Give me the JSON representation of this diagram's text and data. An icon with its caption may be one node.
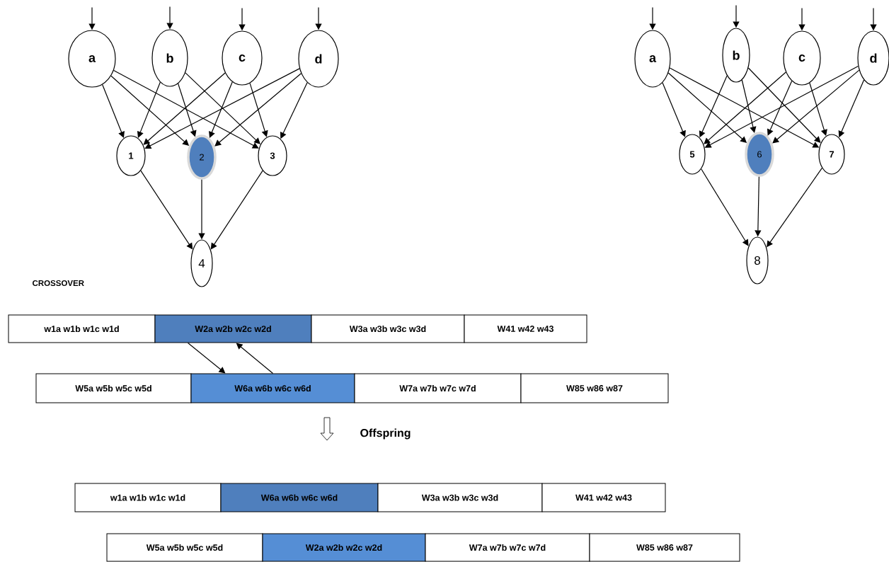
{
  "diagram": {
    "nodes": [
      {
        "text": [
          "a"
        ]
      },
      {
        "text": [
          "b"
        ]
      },
      {
        "text": [
          "c"
        ]
      },
      {
        "text": [
          "d"
        ]
      },
      {
        "text": [
          "1"
        ]
      },
      {
        "text": [
          "2"
        ]
      },
      {
        "text": [
          "3"
        ]
      },
      {
        "text": [
          "4"
        ]
      },
      {
        "text": [
          "a"
        ]
      },
      {
        "text": [
          "b"
        ]
      },
      {
        "text": [
          "c"
        ]
      },
      {
        "text": [
          "d"
        ]
      },
      {
        "text": [
          "5"
        ]
      },
      {
        "text": [
          "6"
        ]
      },
      {
        "text": [
          "7"
        ]
      },
      {
        "text": [
          "8"
        ]
      },
      {
        "text": [
          "w1a w1b w1c w1d"
        ]
      },
      {
        "text": [
          "W2a w2b w2c w2d"
        ]
      },
      {
        "text": [
          "W3a w3b w3c w3d"
        ]
      },
      {
        "text": [
          "W41 w42 w43"
        ]
      },
      {
        "text": [
          "W5a w5b w5c w5d"
        ]
      },
      {
        "text": [
          "W6a w6b w6c w6d"
        ]
      },
      {
        "text": [
          "W7a w7b w7c w7d"
        ]
      },
      {
        "text": [
          "W85 w86 w87"
        ]
      },
      {
        "text": [
          "w1a w1b w1c w1d"
        ]
      },
      {
        "text": [
          "W6a w6b w6c w6d"
        ]
      },
      {
        "text": [
          "W3a w3b w3c w3d"
        ]
      },
      {
        "text": [
          "W41 w42 w43"
        ]
      },
      {
        "text": [
          "W5a w5b w5c w5d"
        ]
      },
      {
        "text": [
          "W2a w2b w2c w2d"
        ]
      },
      {
        "text": [
          "W7a w7b w7c w7d"
        ]
      },
      {
        "text": [
          "W85 w86 w87"
        ]
      }
    ],
    "edges": [
      {
        "from": null,
        "to": 0,
        "arrow": "to"
      },
      {
        "from": null,
        "to": 1,
        "arrow": "to"
      },
      {
        "from": null,
        "to": 2,
        "arrow": "to"
      },
      {
        "from": null,
        "to": 3,
        "arrow": "to"
      },
      {
        "from": 0,
        "to": 4,
        "arrow": "to"
      },
      {
        "from": 0,
        "to": 5,
        "arrow": "to"
      },
      {
        "from": 0,
        "to": 6,
        "arrow": "to"
      },
      {
        "from": 1,
        "to": 4,
        "arrow": "to"
      },
      {
        "from": 1,
        "to": 5,
        "arrow": "to"
      },
      {
        "from": 1,
        "to": 6,
        "arrow": "to"
      },
      {
        "from": 2,
        "to": 4,
        "arrow": "to"
      },
      {
        "from": 2,
        "to": 5,
        "arrow": "to"
      },
      {
        "from": 2,
        "to": 6,
        "arrow": "to"
      },
      {
        "from": 3,
        "to": 4,
        "arrow": "to"
      },
      {
        "from": 3,
        "to": 5,
        "arrow": "to"
      },
      {
        "from": 3,
        "to": 6,
        "arrow": "to"
      },
      {
        "from": 4,
        "to": 7,
        "arrow": "to"
      },
      {
        "from": 5,
        "to": 7,
        "arrow": "to"
      },
      {
        "from": 6,
        "to": 7,
        "arrow": "to"
      },
      {
        "from": null,
        "to": 8,
        "arrow": "to"
      },
      {
        "from": null,
        "to": 9,
        "arrow": "to"
      },
      {
        "from": null,
        "to": 10,
        "arrow": "to"
      },
      {
        "from": null,
        "to": 11,
        "arrow": "to"
      },
      {
        "from": 8,
        "to": 12,
        "arrow": "to"
      },
      {
        "from": 8,
        "to": 13,
        "arrow": "to"
      },
      {
        "from": 8,
        "to": 14,
        "arrow": "to"
      },
      {
        "from": 9,
        "to": 12,
        "arrow": "to"
      },
      {
        "from": 9,
        "to": 13,
        "arrow": "to"
      },
      {
        "from": 9,
        "to": 14,
        "arrow": "to"
      },
      {
        "from": 10,
        "to": 12,
        "arrow": "to"
      },
      {
        "from": 10,
        "to": 13,
        "arrow": "to"
      },
      {
        "from": 10,
        "to": 14,
        "arrow": "to"
      },
      {
        "from": 11,
        "to": 12,
        "arrow": "to"
      },
      {
        "from": 11,
        "to": 13,
        "arrow": "to"
      },
      {
        "from": 11,
        "to": 14,
        "arrow": "to"
      },
      {
        "from": 12,
        "to": 15,
        "arrow": "to"
      },
      {
        "from": 13,
        "to": 15,
        "arrow": "to"
      },
      {
        "from": 14,
        "to": 15,
        "arrow": "to"
      },
      {
        "from": 17,
        "to": 21,
        "arrow": "to"
      },
      {
        "from": 21,
        "to": 17,
        "arrow": "to"
      }
    ],
    "labels": [
      "CROSSOVER",
      "Offspring"
    ]
  }
}
